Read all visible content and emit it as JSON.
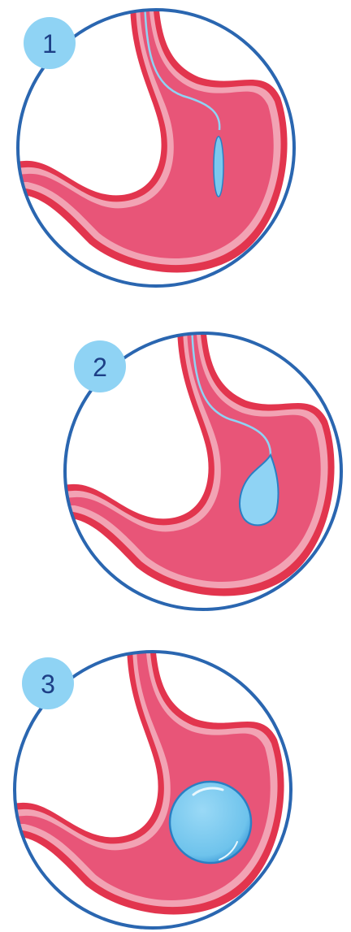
{
  "steps": [
    {
      "number": "1",
      "balloon_state": "deflated-balloon-inserted"
    },
    {
      "number": "2",
      "balloon_state": "balloon-partially-filled"
    },
    {
      "number": "3",
      "balloon_state": "balloon-fully-inflated"
    }
  ],
  "colors": {
    "circle_outline": "#2a66b0",
    "badge_fill": "#8fd3f4",
    "badge_text": "#1d3f86",
    "stomach_wall": "#e2354e",
    "stomach_lining": "#f2a3b4",
    "stomach_interior": "#e85578",
    "balloon": "#7cc8ee",
    "balloon_outline": "#2a7fc3"
  }
}
